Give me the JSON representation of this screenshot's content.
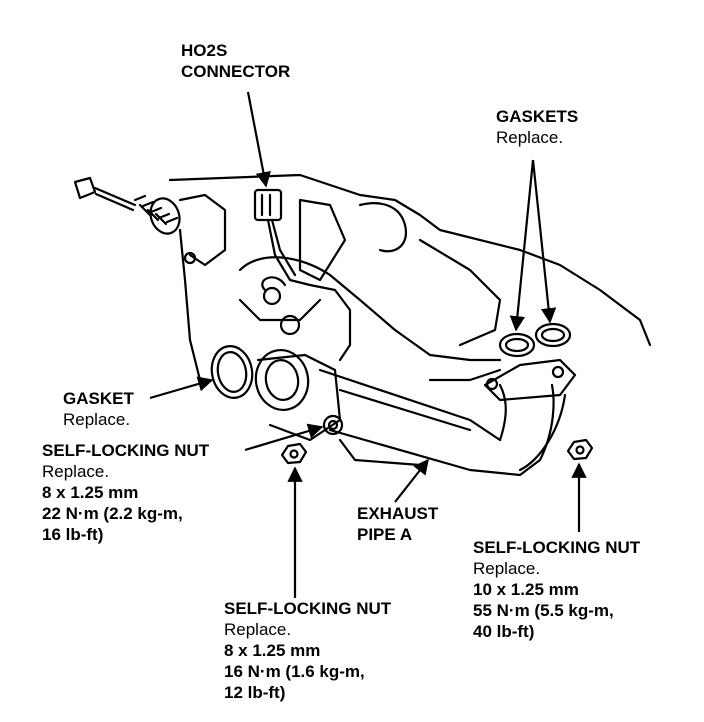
{
  "callouts": {
    "ho2s": {
      "line1": "HO2S",
      "line2": "CONNECTOR"
    },
    "gaskets": {
      "title": "GASKETS",
      "action": "Replace."
    },
    "gasket": {
      "title": "GASKET",
      "action": "Replace."
    },
    "nut_left": {
      "title": "SELF-LOCKING NUT",
      "action": "Replace.",
      "size": "8 x 1.25 mm",
      "torque1": "22 N·m (2.2 kg-m,",
      "torque2": "16 lb-ft)"
    },
    "exhaust": {
      "line1": "EXHAUST",
      "line2": "PIPE A"
    },
    "nut_right": {
      "title": "SELF-LOCKING NUT",
      "action": "Replace.",
      "size": "10 x 1.25 mm",
      "torque1": "55 N·m (5.5 kg-m,",
      "torque2": "40 lb-ft)"
    },
    "nut_bottom": {
      "title": "SELF-LOCKING NUT",
      "action": "Replace.",
      "size": "8 x 1.25 mm",
      "torque1": "16 N·m (1.6 kg-m,",
      "torque2": "12 lb-ft)"
    }
  }
}
